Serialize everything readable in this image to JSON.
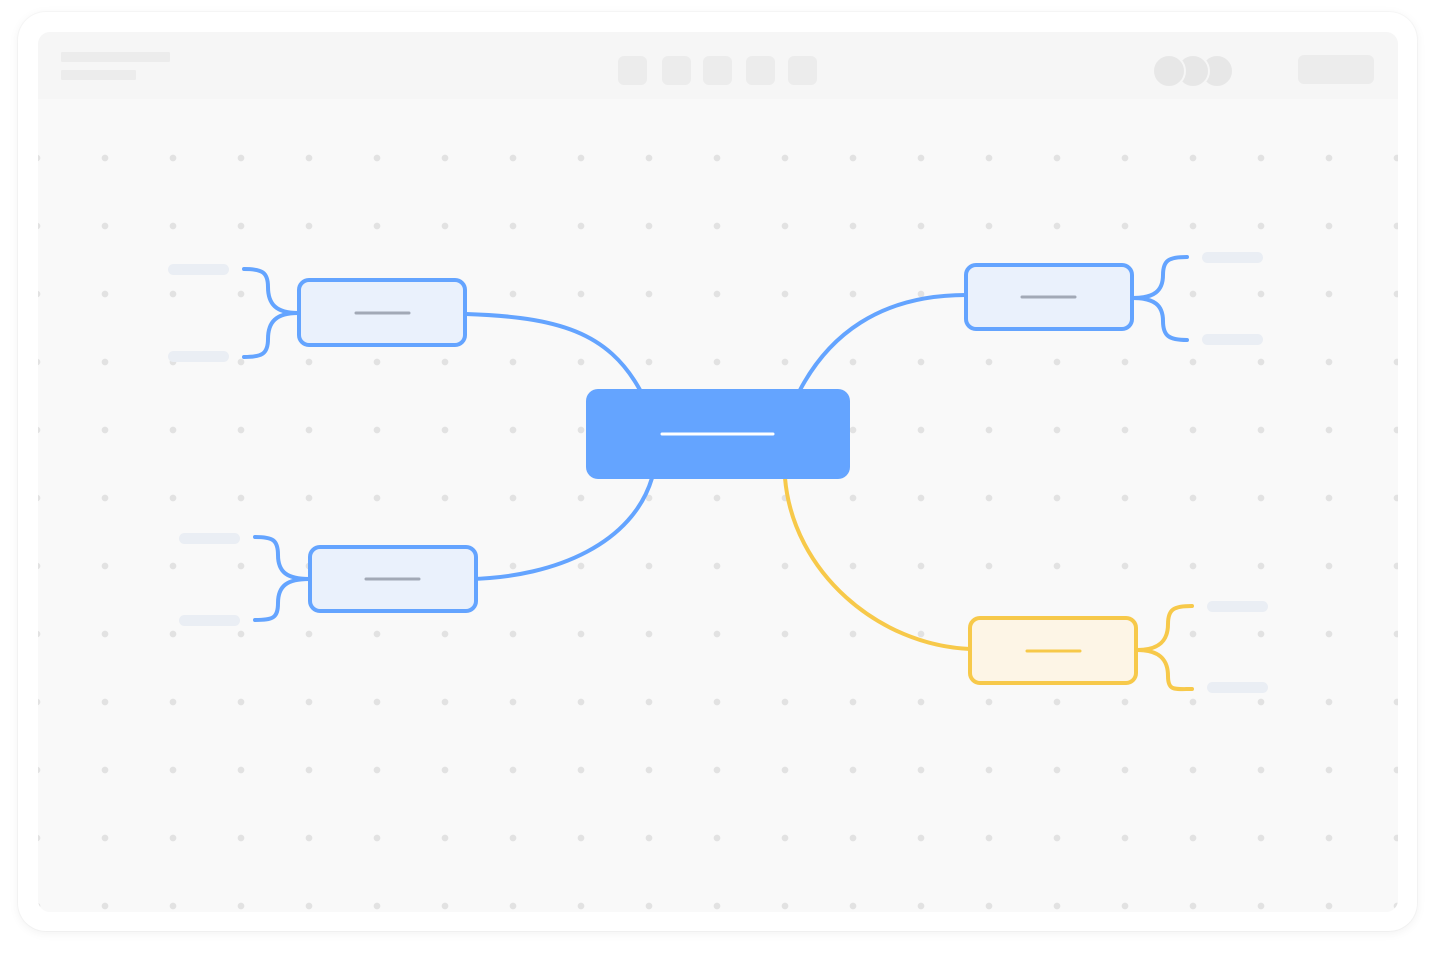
{
  "app": {
    "title": "",
    "subtitle": ""
  },
  "toolbar": {
    "tools": [
      {
        "icon": "select-tool-icon"
      },
      {
        "icon": "shape-tool-icon"
      },
      {
        "icon": "text-tool-icon"
      },
      {
        "icon": "connector-tool-icon"
      },
      {
        "icon": "more-tools-icon"
      }
    ],
    "collaborators": [
      {
        "name": ""
      },
      {
        "name": ""
      },
      {
        "name": ""
      }
    ],
    "share_label": ""
  },
  "mindmap": {
    "central": {
      "label": "",
      "color": "#64a4ff"
    },
    "branches": [
      {
        "id": "top-left",
        "label": "",
        "color": "#64a4ff",
        "fill": "#eaf1fc",
        "children": [
          "",
          ""
        ]
      },
      {
        "id": "bottom-left",
        "label": "",
        "color": "#64a4ff",
        "fill": "#eaf1fc",
        "children": [
          "",
          ""
        ]
      },
      {
        "id": "top-right",
        "label": "",
        "color": "#64a4ff",
        "fill": "#eaf1fc",
        "children": [
          "",
          ""
        ]
      },
      {
        "id": "bottom-right",
        "label": "",
        "color": "#f7c94a",
        "fill": "#fdf5e6",
        "children": [
          "",
          ""
        ]
      }
    ]
  },
  "colors": {
    "accent_blue": "#64a4ff",
    "accent_yellow": "#f7c94a",
    "placeholder_text": "#a2a9b6",
    "canvas_bg": "#f9f9f9",
    "grid_dot": "#e2e2e2"
  }
}
